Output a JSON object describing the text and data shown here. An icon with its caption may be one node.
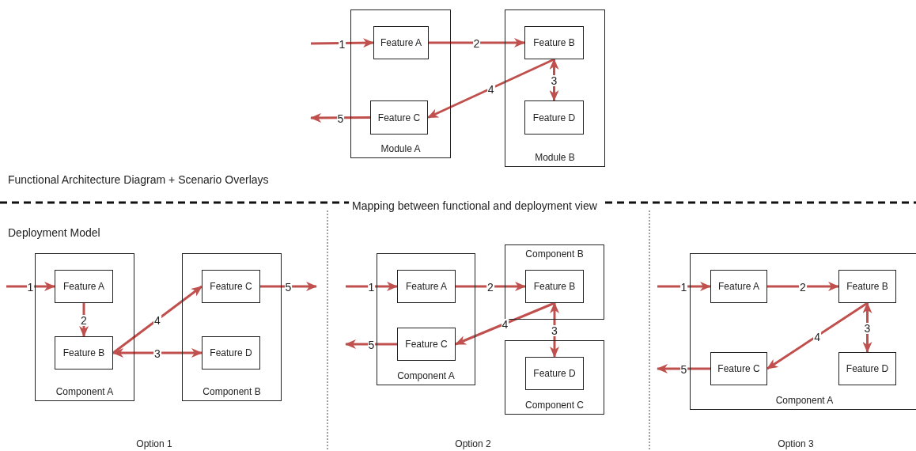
{
  "diagram": {
    "nodes": [
      {
        "text": [
          "Module A"
        ]
      },
      {
        "text": [
          "Feature A"
        ],
        "in": 0
      },
      {
        "text": [
          "Feature C"
        ],
        "in": 0
      },
      {
        "text": [
          "Module B"
        ]
      },
      {
        "text": [
          "Feature B"
        ],
        "in": 3
      },
      {
        "text": [
          "Feature D"
        ],
        "in": 3
      },
      {
        "text": [
          "Component A"
        ]
      },
      {
        "text": [
          "Feature A"
        ],
        "in": 6
      },
      {
        "text": [
          "Feature B"
        ],
        "in": 6
      },
      {
        "text": [
          "Component B"
        ]
      },
      {
        "text": [
          "Feature C"
        ],
        "in": 9
      },
      {
        "text": [
          "Feature D"
        ],
        "in": 9
      },
      {
        "text": [
          "Component A"
        ]
      },
      {
        "text": [
          "Feature A"
        ],
        "in": 12
      },
      {
        "text": [
          "Feature C"
        ],
        "in": 12
      },
      {
        "text": [
          "Component B"
        ]
      },
      {
        "text": [
          "Feature B"
        ],
        "in": 15
      },
      {
        "text": [
          "Component C"
        ]
      },
      {
        "text": [
          "Feature D"
        ],
        "in": 17
      },
      {
        "text": [
          "Component A"
        ]
      },
      {
        "text": [
          "Feature A"
        ],
        "in": 19
      },
      {
        "text": [
          "Feature B"
        ],
        "in": 19
      },
      {
        "text": [
          "Feature C"
        ],
        "in": 19
      },
      {
        "text": [
          "Feature D"
        ],
        "in": 19
      }
    ],
    "edges": [
      {
        "from": null,
        "to": 1,
        "arrow": "to",
        "label": "1"
      },
      {
        "from": 1,
        "to": 4,
        "arrow": "to",
        "label": "2"
      },
      {
        "from": 4,
        "to": 5,
        "arrow": "both",
        "label": "3"
      },
      {
        "from": 4,
        "to": 2,
        "arrow": "to",
        "label": "4"
      },
      {
        "from": 2,
        "to": null,
        "arrow": "to",
        "label": "5"
      },
      {
        "from": null,
        "to": 7,
        "arrow": "to",
        "label": "1"
      },
      {
        "from": 7,
        "to": 8,
        "arrow": "to",
        "label": "2"
      },
      {
        "from": 8,
        "to": 11,
        "arrow": "both",
        "label": "3"
      },
      {
        "from": 8,
        "to": 10,
        "arrow": "to",
        "label": "4"
      },
      {
        "from": 10,
        "to": null,
        "arrow": "to",
        "label": "5"
      },
      {
        "from": null,
        "to": 13,
        "arrow": "to",
        "label": "1"
      },
      {
        "from": 13,
        "to": 16,
        "arrow": "to",
        "label": "2"
      },
      {
        "from": 16,
        "to": 18,
        "arrow": "both",
        "label": "3"
      },
      {
        "from": 16,
        "to": 14,
        "arrow": "to",
        "label": "4"
      },
      {
        "from": 14,
        "to": null,
        "arrow": "to",
        "label": "5"
      },
      {
        "from": null,
        "to": 20,
        "arrow": "to",
        "label": "1"
      },
      {
        "from": 20,
        "to": 21,
        "arrow": "to",
        "label": "2"
      },
      {
        "from": 21,
        "to": 23,
        "arrow": "both",
        "label": "3"
      },
      {
        "from": 21,
        "to": 22,
        "arrow": "to",
        "label": "4"
      },
      {
        "from": 22,
        "to": null,
        "arrow": "to",
        "label": "5"
      }
    ],
    "labels": [
      "Functional Architecture Diagram + Scenario Overlays",
      "Mapping between functional and deployment view",
      "Deployment Model",
      "Option 1",
      "Option 2",
      "Option 3"
    ]
  }
}
